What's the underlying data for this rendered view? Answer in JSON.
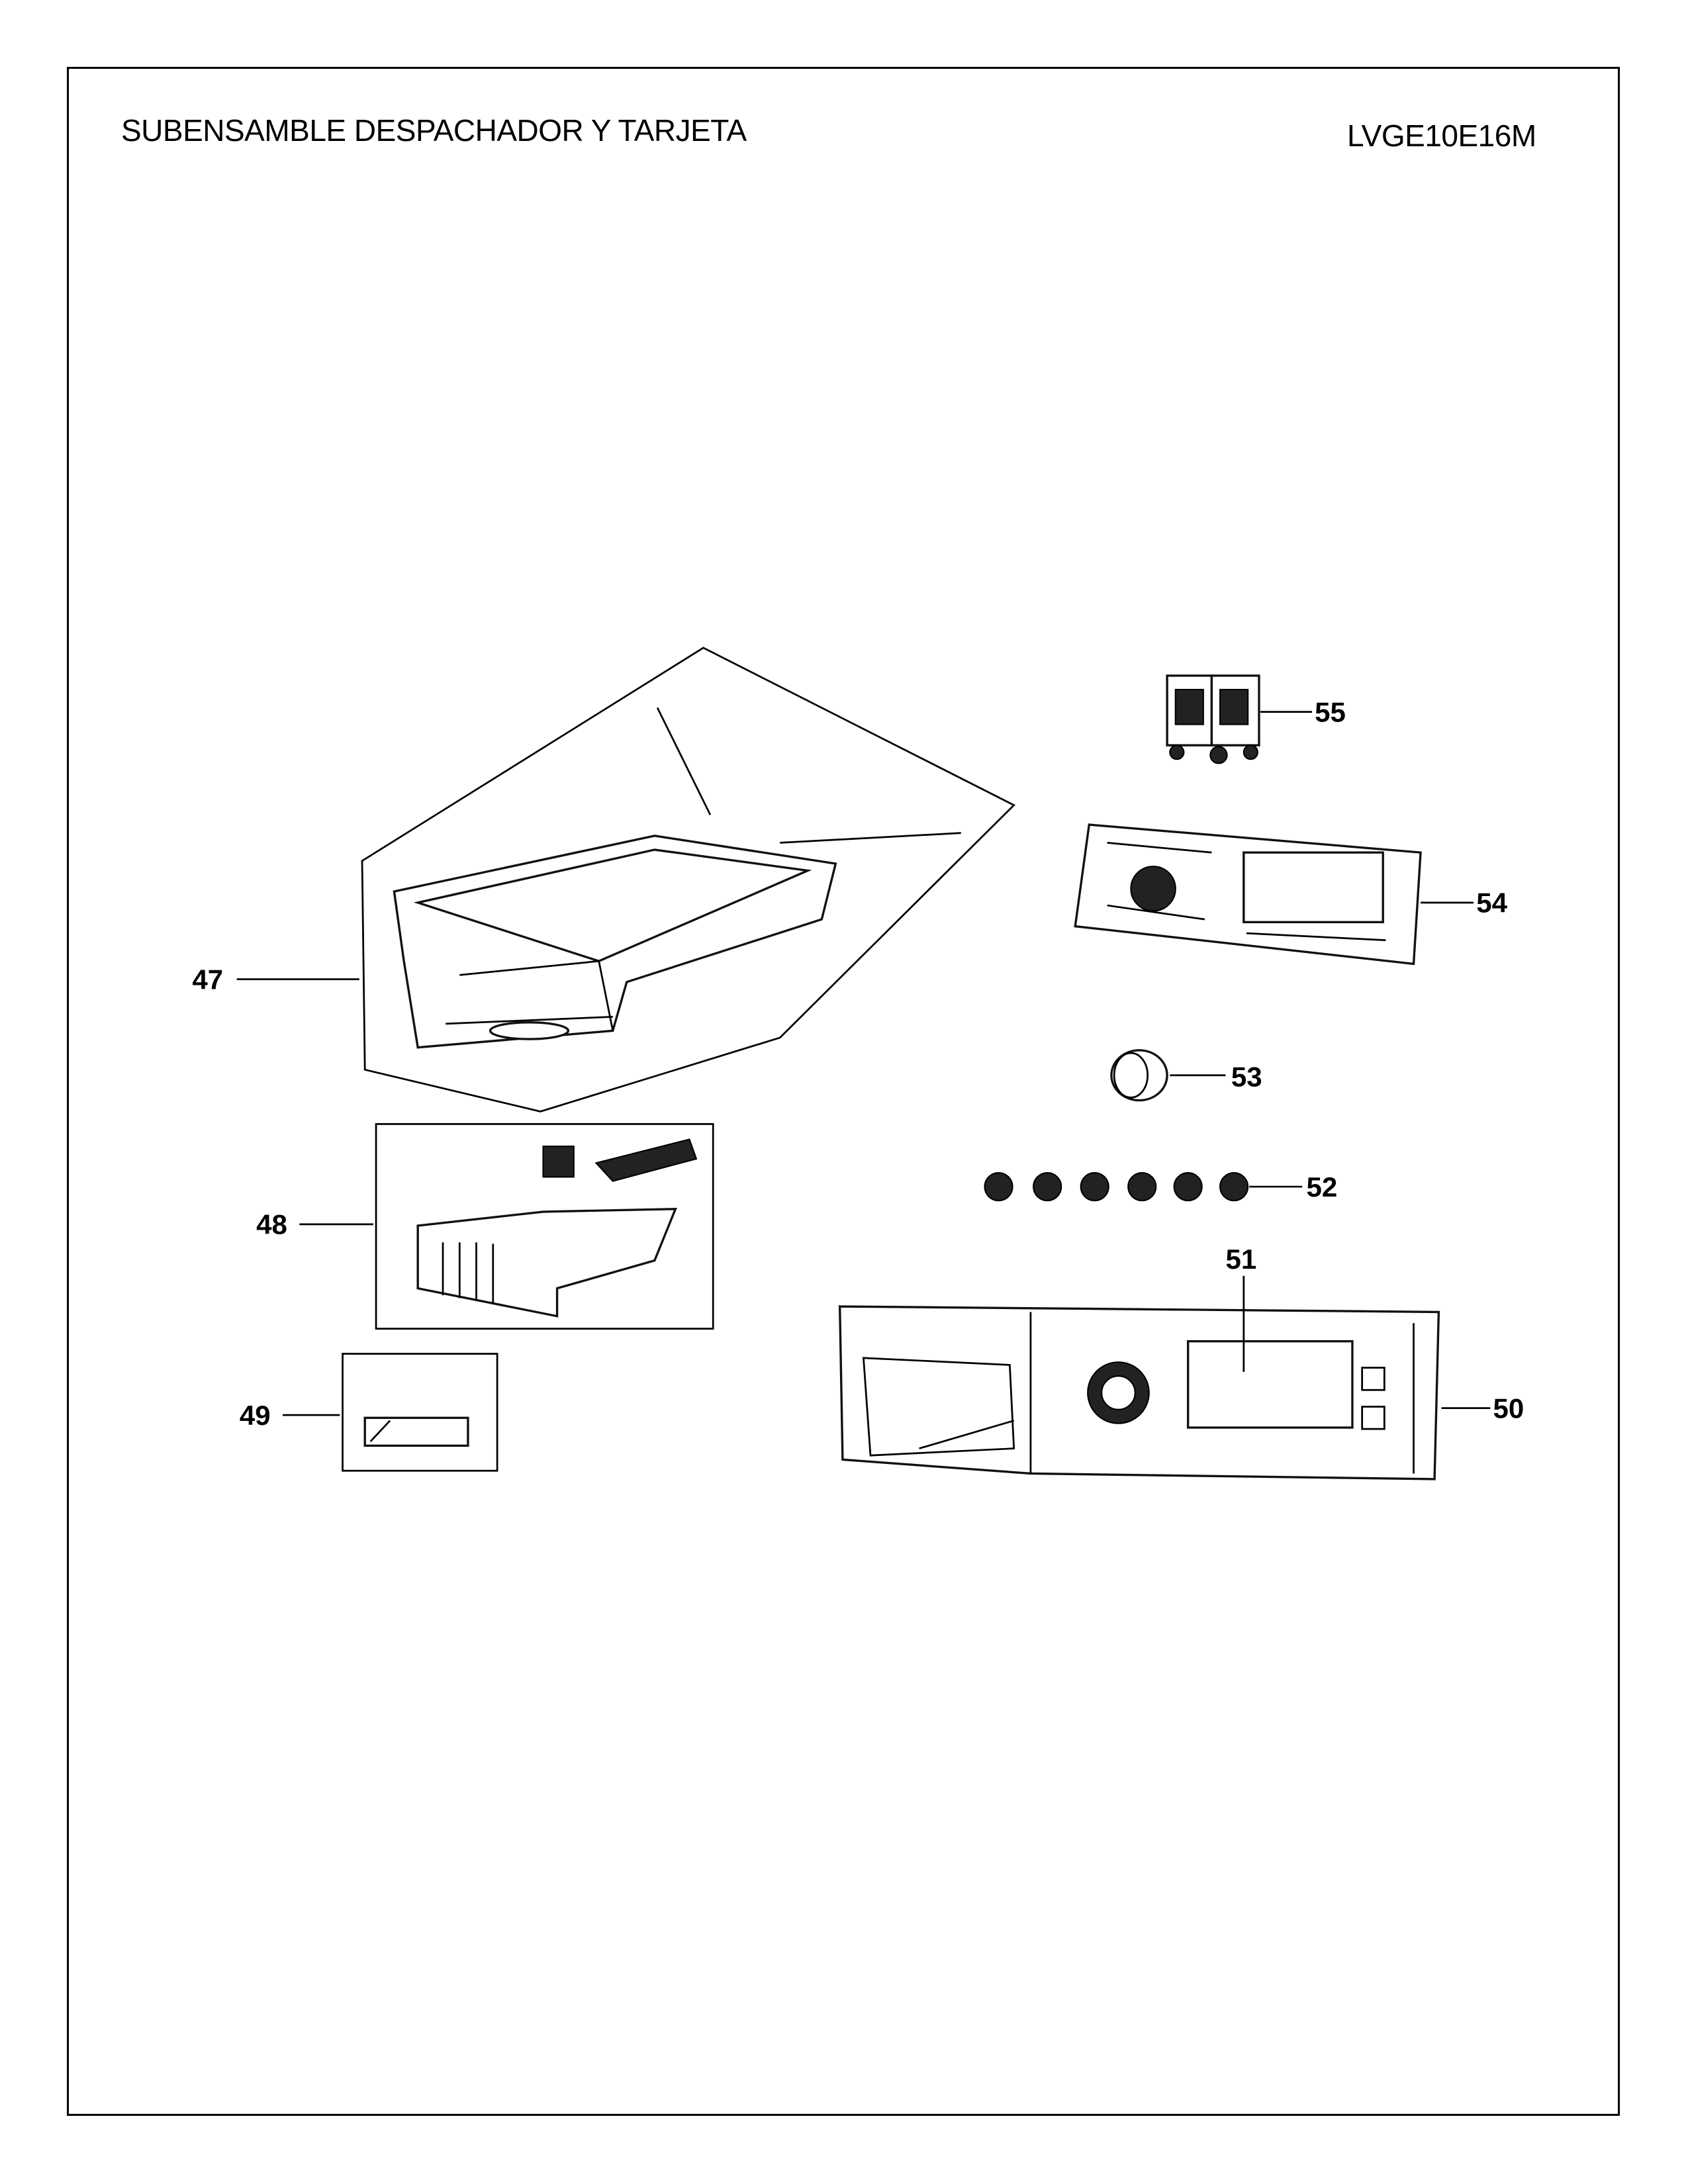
{
  "header": {
    "title": "SUBENSAMBLE DESPACHADOR Y TARJETA",
    "model": "LVGE10E16M"
  },
  "callouts": {
    "p47": "47",
    "p48": "48",
    "p49": "49",
    "p50": "50",
    "p51": "51",
    "p52": "52",
    "p53": "53",
    "p54": "54",
    "p55": "55"
  }
}
